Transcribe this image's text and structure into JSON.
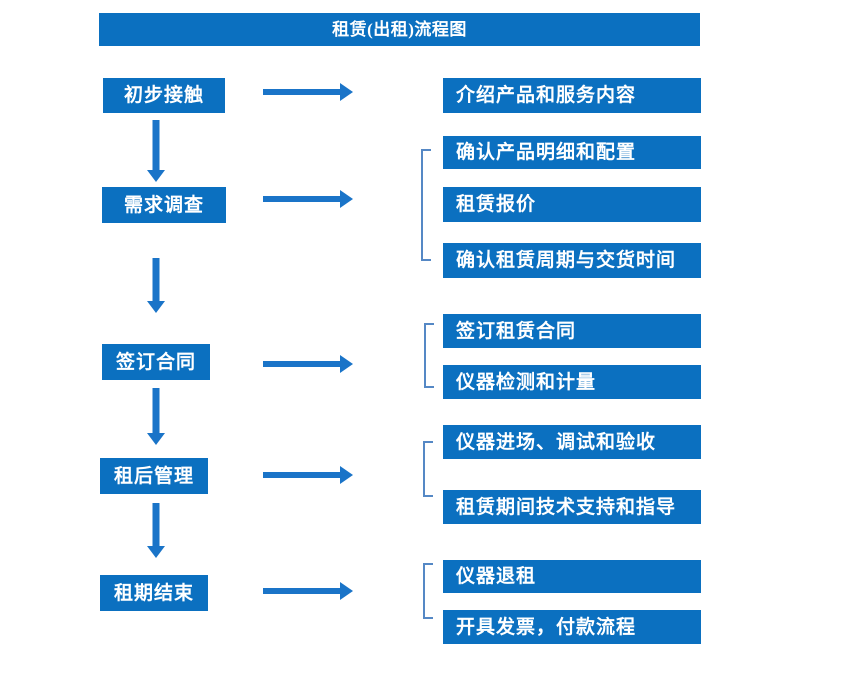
{
  "title": "租赁(出租)流程图",
  "colors": {
    "box_fill": "#0b70c0",
    "arrow": "#1a74c8",
    "bracket": "#5588c5",
    "text": "#ffffff",
    "background": "#ffffff"
  },
  "stages": [
    {
      "label": "初步接触",
      "outputs": [
        "介绍产品和服务内容"
      ]
    },
    {
      "label": "需求调查",
      "outputs": [
        "确认产品明细和配置",
        "租赁报价",
        "确认租赁周期与交货时间"
      ]
    },
    {
      "label": "签订合同",
      "outputs": [
        "签订租赁合同",
        "仪器检测和计量"
      ]
    },
    {
      "label": "租后管理",
      "outputs": [
        "仪器进场、调试和验收",
        "租赁期间技术支持和指导"
      ]
    },
    {
      "label": "租期结束",
      "outputs": [
        "仪器退租",
        "开具发票，付款流程"
      ]
    }
  ]
}
